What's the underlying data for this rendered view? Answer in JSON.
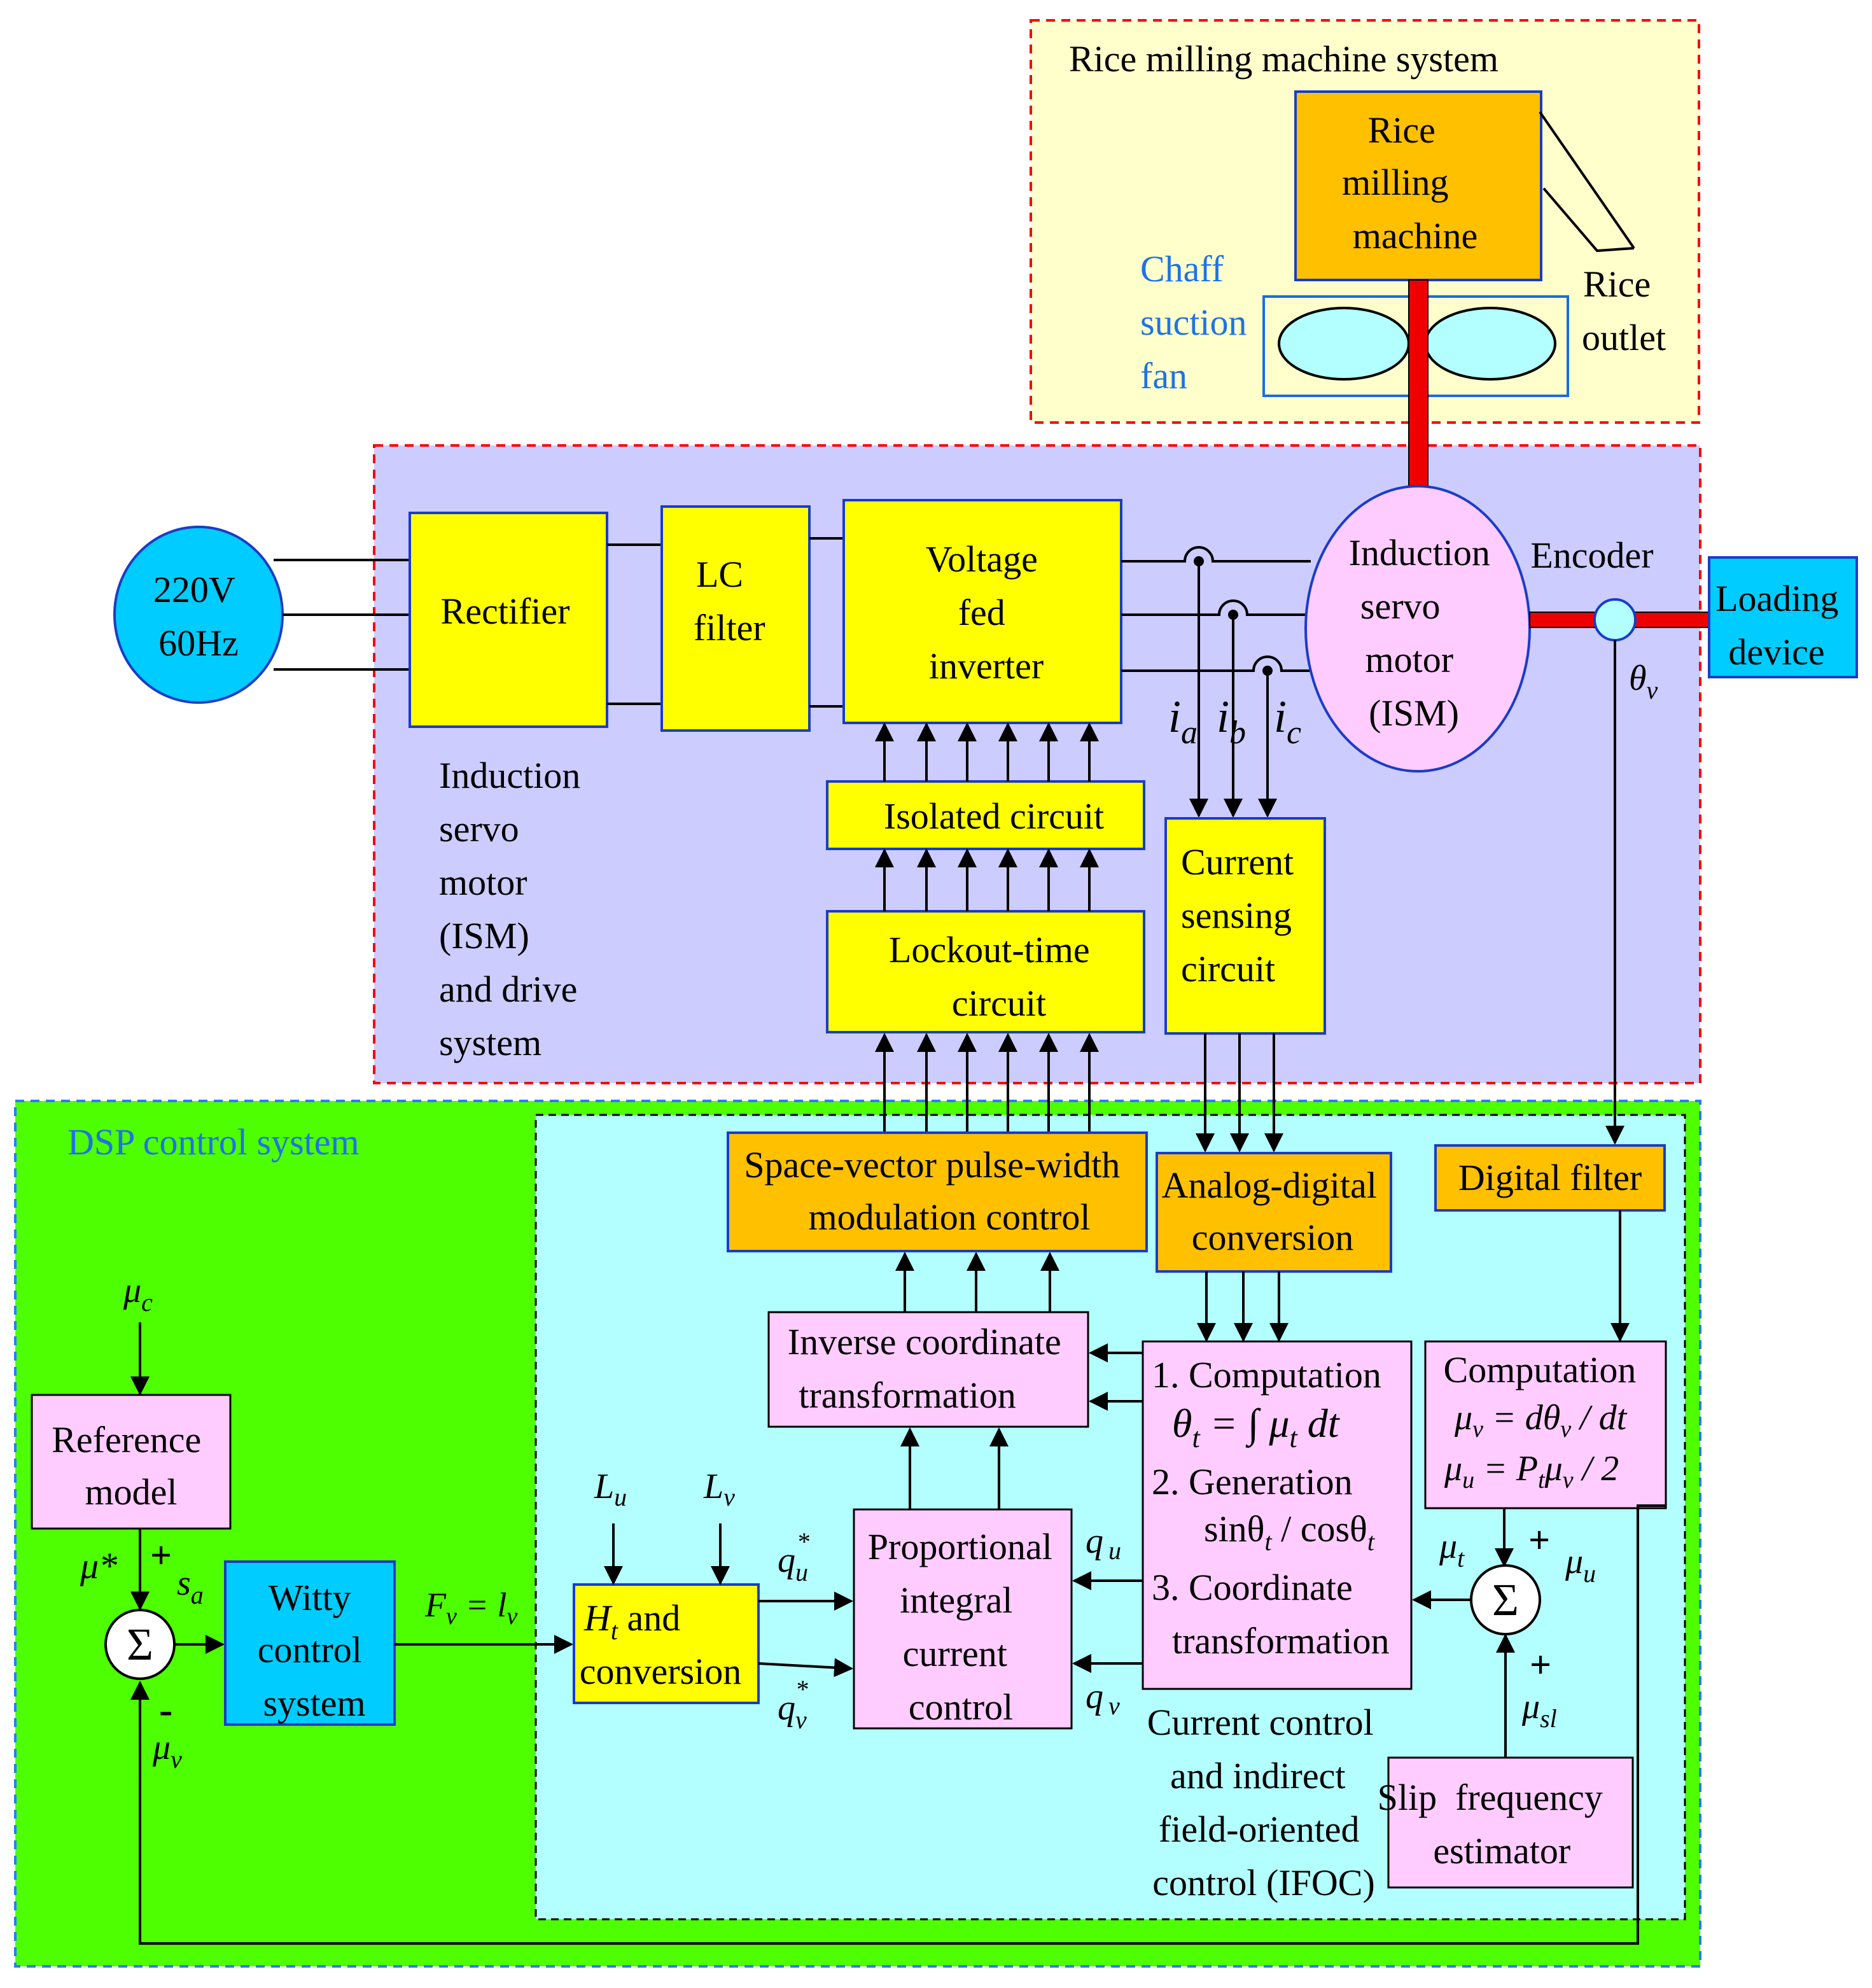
{
  "rice_system": {
    "title": "Rice milling machine system",
    "machine": [
      "Rice",
      "milling",
      "machine"
    ],
    "chaff_fan": [
      "Chaff",
      "suction",
      "fan"
    ],
    "rice_outlet": [
      "Rice",
      "outlet"
    ]
  },
  "drive_system": {
    "source": [
      "220V",
      "60Hz"
    ],
    "rectifier": "Rectifier",
    "lc_filter": [
      "LC",
      "filter"
    ],
    "inverter": [
      "Voltage",
      "fed",
      "inverter"
    ],
    "isolated": "Isolated circuit",
    "lockout": [
      "Lockout-time",
      "circuit"
    ],
    "current_sensing": [
      "Current",
      "sensing",
      "circuit"
    ],
    "motor": [
      "Induction",
      "servo",
      "motor",
      "(ISM)"
    ],
    "encoder": "Encoder",
    "loading": [
      "Loading",
      "device"
    ],
    "caption": [
      "Induction",
      "servo",
      "motor",
      "(ISM)",
      "and drive",
      "system"
    ],
    "ia": "i",
    "ia_sub": "a",
    "ib": "i",
    "ib_sub": "b",
    "ic": "i",
    "ic_sub": "c",
    "theta_v": "θ",
    "theta_v_sub": "v"
  },
  "dsp_system": {
    "title": "DSP control system",
    "svpwm": [
      "Space-vector pulse-width",
      "modulation control"
    ],
    "adc": [
      "Analog-digital",
      "conversion"
    ],
    "digital_filter": "Digital filter",
    "inverse": [
      "Inverse coordinate",
      "transformation"
    ],
    "ifoc_box": {
      "l1": "1. Computation",
      "l2a": "θ",
      "l2b": "t",
      "l2c": " = ∫ μ",
      "l2d": "t",
      "l2e": " dt",
      "l3": "2. Generation",
      "l4a": "sinθ",
      "l4b": "t",
      "l4c": " / cosθ",
      "l4d": "t",
      "l5": "3. Coordinate",
      "l6": "transformation"
    },
    "computation": {
      "title": "Computation",
      "eq1a": "μ",
      "eq1b": "v",
      "eq1c": " = dθ",
      "eq1d": "v",
      "eq1e": " / dt",
      "eq2a": "μ",
      "eq2b": "u",
      "eq2c": " = P",
      "eq2d": "t",
      "eq2e": "μ",
      "eq2f": "v",
      "eq2g": " / 2"
    },
    "ht": {
      "a": "H",
      "b": "t",
      "c": " and",
      "d": "conversion"
    },
    "pi": [
      "Proportional",
      "integral",
      "current",
      "control"
    ],
    "ref_model": [
      "Reference",
      "model"
    ],
    "witty": [
      "Witty",
      "control",
      "system"
    ],
    "slip": [
      "Slip  frequency",
      "estimator"
    ],
    "ifoc_caption": [
      "Current control",
      "and indirect",
      "field-oriented",
      "control (IFOC)"
    ],
    "sigma": "Σ",
    "mu_c": "μ",
    "mu_c_sub": "c",
    "mu_star": "μ*",
    "plus": "+",
    "minus": "-",
    "s_a": "s",
    "s_a_sub": "a",
    "mu_v": "μ",
    "mu_v_sub": "v",
    "fv": "F",
    "fv_sub": "v",
    "fv_eq": " = l",
    "fv_sub2": "v",
    "lu": "L",
    "lu_sub": "u",
    "lv": "L",
    "lv_sub": "v",
    "qu_star": "q",
    "qu_star_sub": "u",
    "star": "*",
    "qv_star": "q",
    "qv_star_sub": "v",
    "qu": "q",
    "qu_sub": "u",
    "qv": "q",
    "qv_sub": "v",
    "mu_t": "μ",
    "mu_t_sub": "t",
    "mu_u": "μ",
    "mu_u_sub": "u",
    "mu_sl": "μ",
    "mu_sl_sub": "sl"
  },
  "colors": {
    "yellow_box": "#ffff00",
    "orange_box": "#ffc000",
    "pink_box": "#ffccff",
    "cyan_box": "#00ccff",
    "drive_bg": "#ccccff",
    "rice_bg": "#ffffcc",
    "dsp_bg": "#4dff00",
    "ifoc_bg": "#b3ffff",
    "shaft": "#ee0000"
  }
}
